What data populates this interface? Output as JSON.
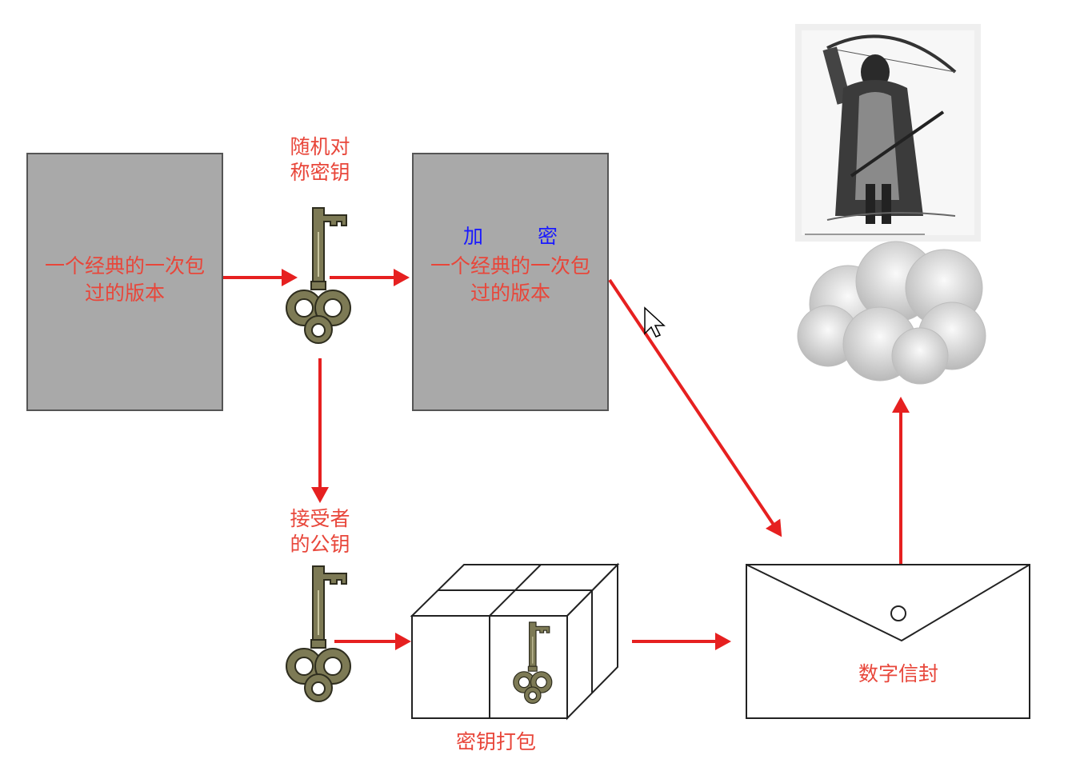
{
  "plain_doc": {
    "line1": "一个经典的一次包",
    "line2": "过的版本"
  },
  "sym_key_label": {
    "line1": "随机对",
    "line2": "称密钥"
  },
  "enc_doc": {
    "tag": "加 密",
    "line1": "一个经典的一次包",
    "line2": "过的版本"
  },
  "pub_key_label": {
    "line1": "接受者",
    "line2": "的公钥"
  },
  "package_label": "密钥打包",
  "envelope_label": "数字信封",
  "colors": {
    "arrow": "#e62020",
    "doc_fill": "#a9a9a9",
    "label": "#e8463a",
    "tag": "#1a1aff",
    "key": "#7d7a55"
  }
}
